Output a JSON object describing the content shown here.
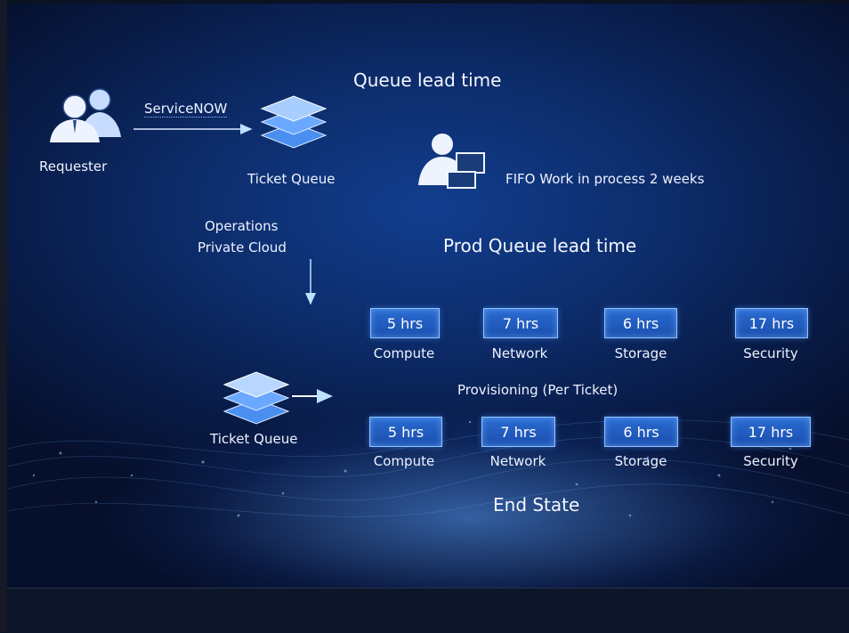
{
  "colors": {
    "accent": "#4aa8ff",
    "box_fill": "#1f5bc0",
    "background": "#0b2a66"
  },
  "requester": {
    "label": "Requester",
    "icon": "users-icon"
  },
  "servicenow": {
    "label": "ServiceNOW"
  },
  "ticket_queue_top": {
    "label": "Ticket Queue",
    "icon": "layers-icon"
  },
  "worker": {
    "icon": "operator-computer-icon"
  },
  "queue_lead_time": "Queue lead time",
  "fifo_label": "FIFO Work in process 2 weeks",
  "operations": {
    "line1": "Operations",
    "line2": "Private Cloud"
  },
  "prod_queue_lead_time": "Prod Queue lead time",
  "prod_row": [
    {
      "value": "5 hrs",
      "label": "Compute"
    },
    {
      "value": "7 hrs",
      "label": "Network"
    },
    {
      "value": "6 hrs",
      "label": "Storage"
    },
    {
      "value": "17 hrs",
      "label": "Security"
    }
  ],
  "provisioning_label": "Provisioning (Per Ticket)",
  "ticket_queue_bottom": {
    "label": "Ticket Queue",
    "icon": "layers-icon"
  },
  "end_row": [
    {
      "value": "5 hrs",
      "label": "Compute"
    },
    {
      "value": "7 hrs",
      "label": "Network"
    },
    {
      "value": "6 hrs",
      "label": "Storage"
    },
    {
      "value": "17 hrs",
      "label": "Security"
    }
  ],
  "end_state": "End State"
}
